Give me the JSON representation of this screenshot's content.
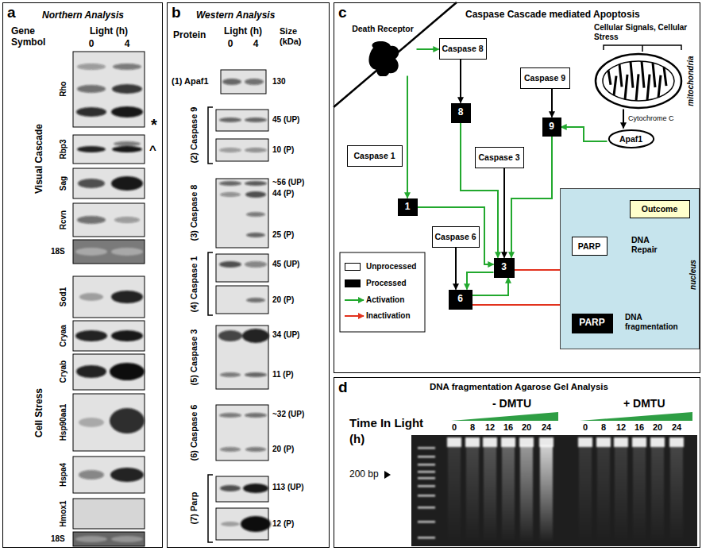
{
  "diagram": {
    "nodes": [
      {
        "text": [
          "a",
          "Northern Analysis"
        ]
      },
      {
        "text": [
          "b",
          "Western Analysis"
        ]
      },
      {
        "text": [
          "c",
          "Caspase Cascade mediated Apoptosis"
        ]
      },
      {
        "text": [
          "Death Receptor"
        ],
        "in": 2
      },
      {
        "text": [
          "Caspase 8"
        ],
        "in": 2
      },
      {
        "text": [
          "Caspase 9"
        ],
        "in": 2
      },
      {
        "text": [
          "mitochondria"
        ],
        "in": 2
      },
      {
        "text": [
          "Apaf1"
        ],
        "in": 2
      },
      {
        "text": [
          "8"
        ],
        "in": 2
      },
      {
        "text": [
          "9"
        ],
        "in": 2
      },
      {
        "text": [
          "Caspase 1"
        ],
        "in": 2
      },
      {
        "text": [
          "Caspase 3"
        ],
        "in": 2
      },
      {
        "text": [
          "1"
        ],
        "in": 2
      },
      {
        "text": [
          "Caspase 6"
        ],
        "in": 2
      },
      {
        "text": [
          "3"
        ],
        "in": 2
      },
      {
        "text": [
          "6"
        ],
        "in": 2
      },
      {
        "text": [
          "nucleus"
        ],
        "in": 2
      },
      {
        "text": [
          "Outcome"
        ],
        "in": 16
      },
      {
        "text": [
          "PARP"
        ],
        "in": 16
      },
      {
        "text": [
          "PARP"
        ],
        "in": 16
      },
      {
        "text": [
          "d",
          "DNA fragmentation Agarose Gel Analysis"
        ]
      }
    ],
    "edges": [
      {
        "from": 3,
        "to": 4,
        "arrow": "to"
      },
      {
        "from": 3,
        "to": 12,
        "arrow": "to"
      },
      {
        "from": 4,
        "to": 8,
        "arrow": "to"
      },
      {
        "from": 5,
        "to": 9,
        "arrow": "to"
      },
      {
        "from": 6,
        "to": 7,
        "arrow": "to"
      },
      {
        "from": 7,
        "to": 9,
        "arrow": "to"
      },
      {
        "from": 8,
        "to": 14,
        "arrow": "to"
      },
      {
        "from": 9,
        "to": 14,
        "arrow": "to"
      },
      {
        "from": 11,
        "to": 14,
        "arrow": "to"
      },
      {
        "from": 12,
        "to": 14,
        "arrow": "to"
      },
      {
        "from": 13,
        "to": 15,
        "arrow": "to"
      },
      {
        "from": 14,
        "to": 15,
        "arrow": "to"
      },
      {
        "from": 15,
        "to": 14,
        "arrow": "to"
      },
      {
        "from": 14,
        "to": 18,
        "arrow": "to"
      },
      {
        "from": 15,
        "to": 18,
        "arrow": "to"
      },
      {
        "from": 18,
        "to": 19,
        "arrow": "to"
      }
    ],
    "labels": [
      "Gene Symbol",
      "Light (h)",
      "0",
      "4",
      "Visual Cascade",
      "Rho",
      "*",
      "Rbp3",
      "^",
      "Sag",
      "Rcvn",
      "18S",
      "Cell Stress",
      "Sod1",
      "Cryaa",
      "Cryab",
      "Hsp90aa1",
      "Hspa4",
      "Hmox1",
      "18S",
      "Protein",
      "Light (h)",
      "0",
      "4",
      "Size (kDa)",
      "(1) Apaf1",
      "130",
      "(2) Caspase 9",
      "45 (UP)",
      "10 (P)",
      "(3) Caspase 8",
      "~56 (UP)",
      "44 (P)",
      "25 (P)",
      "(4) Caspase 1",
      "45 (UP)",
      "20 (P)",
      "(5) Caspase 3",
      "34 (UP)",
      "11 (P)",
      "(6) Caspase 6",
      "~32 (UP)",
      "20 (P)",
      "(7) Parp",
      "113 (UP)",
      "12 (P)",
      "Cellular Signals, Cellular Stress",
      "Cytochrome C",
      "DNA Repair",
      "DNA fragmentation",
      "- DMTU",
      "+ DMTU",
      "Time In Light",
      "(h)",
      "0",
      "8",
      "12",
      "16",
      "20",
      "24",
      "0",
      "8",
      "12",
      "16",
      "20",
      "24",
      "200 bp"
    ],
    "legend": [
      {
        "text": "Unprocessed",
        "color": "#ffffff"
      },
      {
        "text": "Processed",
        "color": "#000000"
      },
      {
        "text": "Activation"
      },
      {
        "text": "Inactivation"
      }
    ]
  }
}
